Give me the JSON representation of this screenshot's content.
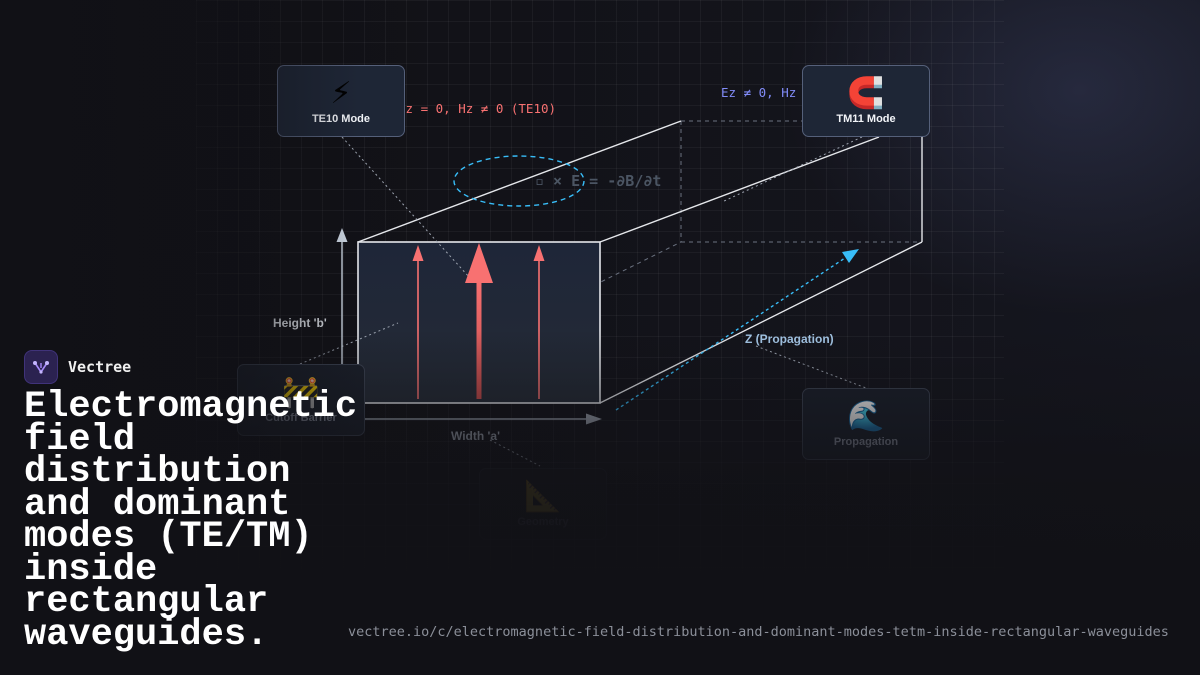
{
  "brand": {
    "name": "Vectree",
    "logo_icon": "vectree-logo-icon",
    "accent": "#a78bfa"
  },
  "title": "Electromagnetic field distribution and dominant modes (TE/TM) inside rectangular waveguides.",
  "url": "vectree.io/c/electromagnetic-field-distribution-and-dominant-modes-tetm-inside-rectangular-waveguides",
  "diagram": {
    "equations": {
      "te10": "Ez = 0, Hz ≠ 0 (TE10)",
      "tm11": "Ez ≠ 0, Hz",
      "faraday": "▫ × E = -∂B/∂t"
    },
    "labels": {
      "height": "Height 'b'",
      "width": "Width 'a'",
      "propagation_axis": "Z (Propagation)"
    },
    "cards": [
      {
        "id": "te10",
        "icon": "lightning-icon",
        "glyph": "⚡",
        "label": "TE10 Mode"
      },
      {
        "id": "tm11",
        "icon": "magnet-icon",
        "glyph": "🧲",
        "label": "TM11 Mode"
      },
      {
        "id": "cutoff",
        "icon": "barrier-icon",
        "glyph": "🚧",
        "label": "Cutoff Barrier"
      },
      {
        "id": "propagation",
        "icon": "wave-icon",
        "glyph": "🌊",
        "label": "Propagation"
      },
      {
        "id": "geometry",
        "icon": "triangle-ruler-icon",
        "glyph": "📐",
        "label": "Geometry"
      }
    ],
    "colors": {
      "field_arrow": "#f87171",
      "te_text": "#f87171",
      "tm_text": "#818cf8",
      "propagation": "#38bdf8",
      "wire": "#e5e7eb"
    }
  }
}
